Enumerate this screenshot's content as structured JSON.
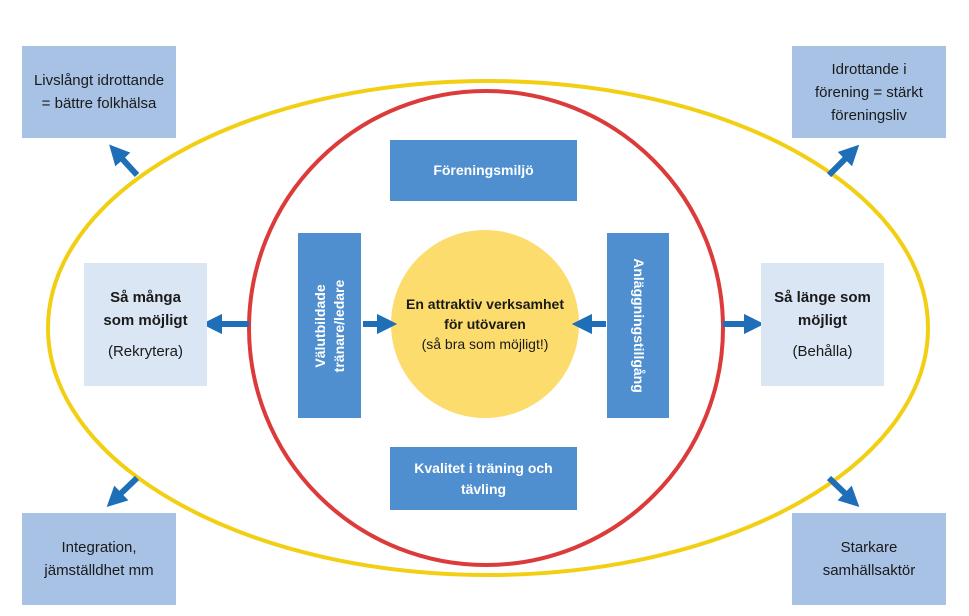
{
  "outcomes": {
    "top_left": "Livslångt idrottande = bättre folkhälsa",
    "top_right": "Idrottande i förening = stärkt föreningsliv",
    "bottom_left": "Integration, jämställdhet mm",
    "bottom_right": "Starkare samhällsaktör"
  },
  "goals": {
    "left_title": "Så många som möjligt",
    "left_sub": "(Rekrytera)",
    "right_title": "Så länge som möjligt",
    "right_sub": "(Behålla)"
  },
  "factors": {
    "top": "Föreningsmiljö",
    "bottom": "Kvalitet i träning och tävling",
    "left": "Välutbildade tränare/ledare",
    "right": "Anläggningstillgång"
  },
  "core": {
    "title": "En attraktiv verksamhet för utövaren",
    "subtitle": "(så bra som möjligt!)"
  },
  "colors": {
    "outer_ring": "#f2cf13",
    "inner_ring": "#dc3b3b",
    "core_fill": "#fddc6e",
    "factor_box": "#4f8fcf",
    "outcome_box": "#a7c2e4",
    "goal_box": "#dbe6f4",
    "arrow": "#1f6fb8"
  }
}
